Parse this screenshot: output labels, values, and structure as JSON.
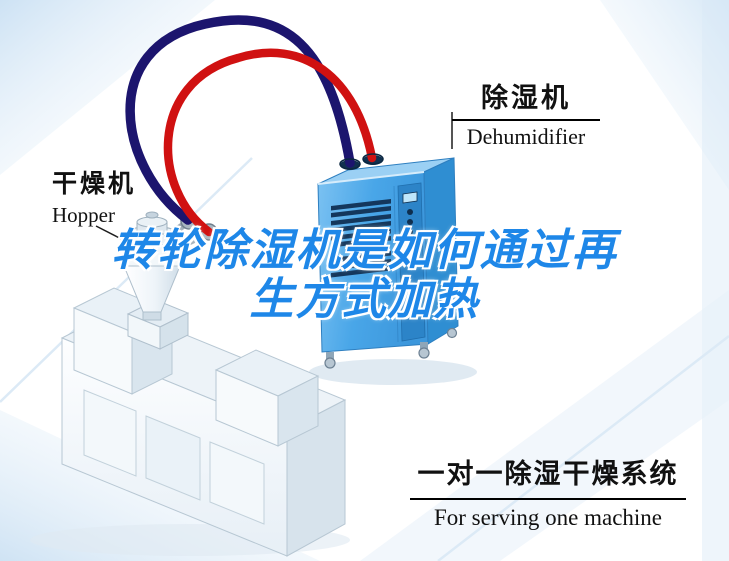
{
  "labels": {
    "hopper": {
      "zh": "干燥机",
      "en": "Hopper"
    },
    "dehumidifier": {
      "zh": "除湿机",
      "en": "Dehumidifier"
    },
    "system": {
      "zh": "一对一除湿干燥系统",
      "en": "For serving one machine"
    }
  },
  "title": {
    "line1": "转轮除湿机是如何通过再",
    "line2": "生方式加热",
    "color": "#1e87e8"
  },
  "colors": {
    "pipe_red": "#d01111",
    "pipe_navy": "#1c156e",
    "dehumidifier_blue": "#45a4e6",
    "label_text": "#111111",
    "background_tint": "#d9e9f6"
  }
}
